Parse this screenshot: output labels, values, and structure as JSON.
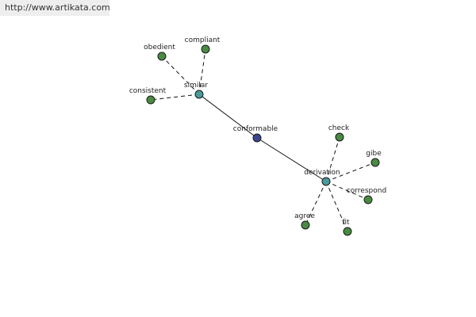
{
  "watermark": "http://www.artikata.com",
  "colors": {
    "center": "#3b4590",
    "hub": "#4a9a9a",
    "leaf": "#4a8a42"
  },
  "center": {
    "id": "conformable",
    "label": "conformable"
  },
  "hubs": [
    {
      "id": "similar",
      "label": "similar",
      "leaves": [
        {
          "id": "obedient",
          "label": "obedient"
        },
        {
          "id": "compliant",
          "label": "compliant"
        },
        {
          "id": "consistent",
          "label": "consistent"
        }
      ]
    },
    {
      "id": "derivation",
      "label": "derivation",
      "leaves": [
        {
          "id": "check",
          "label": "check"
        },
        {
          "id": "gibe",
          "label": "gibe"
        },
        {
          "id": "correspond",
          "label": "correspond"
        },
        {
          "id": "fit",
          "label": "fit"
        },
        {
          "id": "agree",
          "label": "agree"
        }
      ]
    }
  ]
}
